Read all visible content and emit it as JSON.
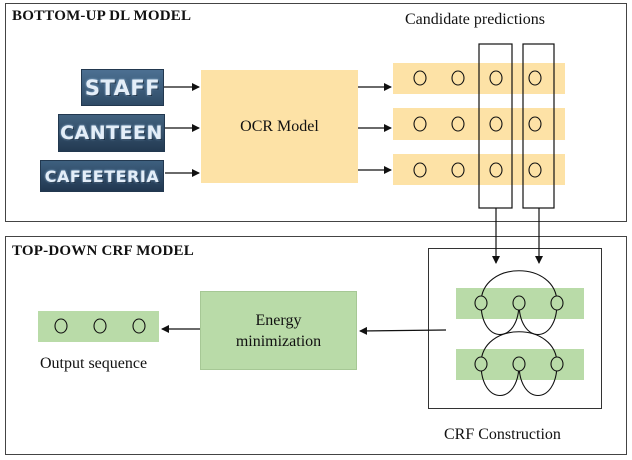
{
  "top_panel": {
    "title": "BOTTOM-UP DL MODEL",
    "input_words": [
      "STAFF",
      "CANTEEN",
      "CAFEETERIA"
    ],
    "ocr_label": "OCR Model",
    "candidates_caption": "Candidate predictions",
    "candidate_rows": 3,
    "nodes_per_row": 4,
    "highlighted_columns": [
      3,
      4
    ]
  },
  "bottom_panel": {
    "title": "TOP-DOWN CRF MODEL",
    "output_caption": "Output sequence",
    "output_nodes": 3,
    "energy_label_line1": "Energy",
    "energy_label_line2": "minimization",
    "crf_caption": "CRF Construction"
  },
  "colors": {
    "ocr_fill": "#fde2a6",
    "crf_fill": "#b9dba8",
    "word_image_bg": "#3a5a7a"
  }
}
